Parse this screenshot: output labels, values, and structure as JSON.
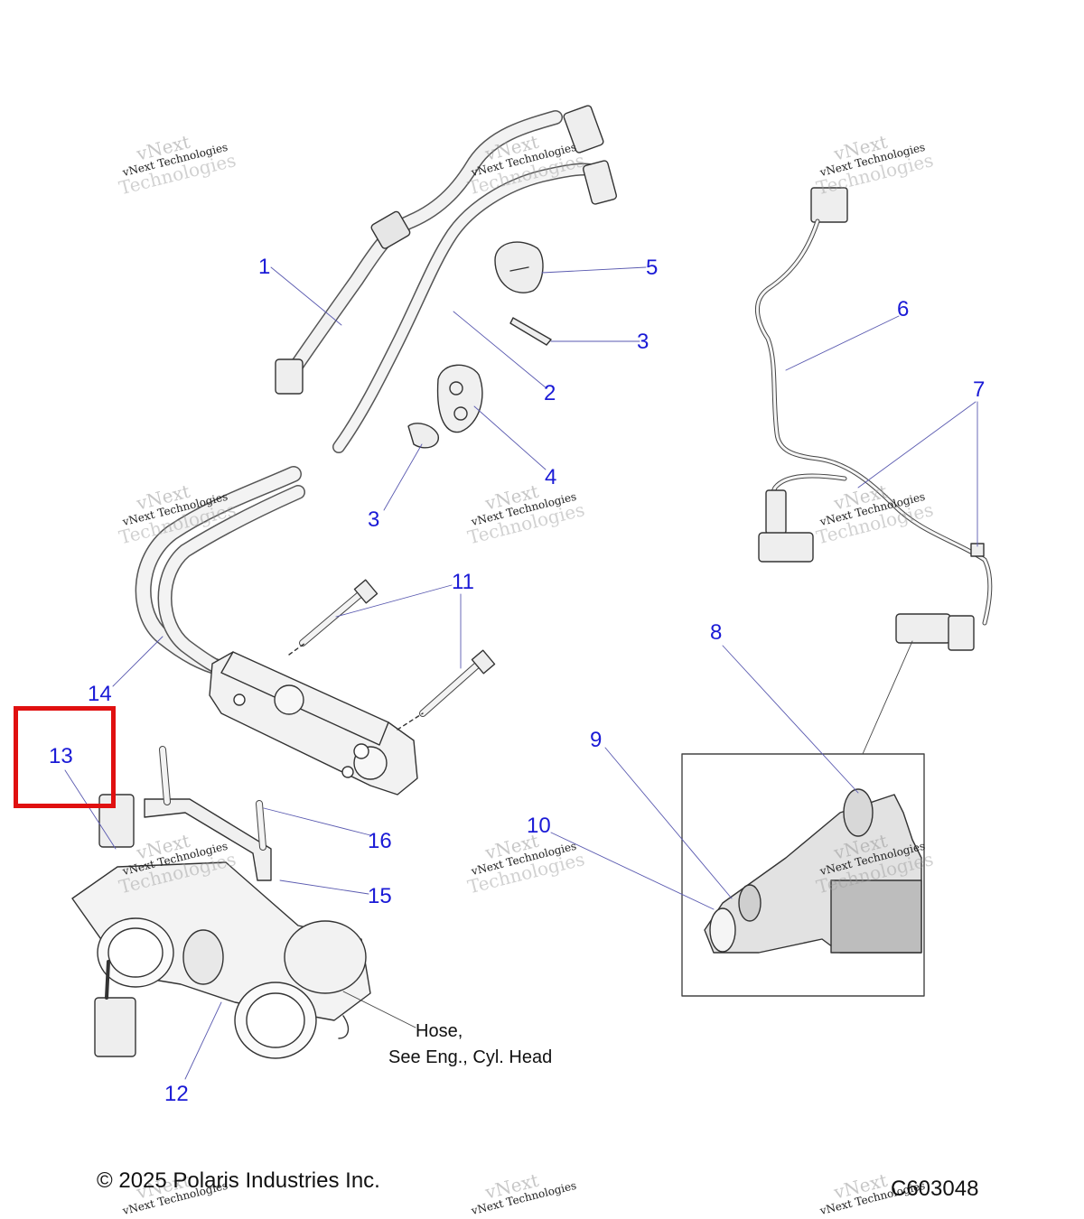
{
  "diagram": {
    "callouts": [
      {
        "id": "c1",
        "label": "1"
      },
      {
        "id": "c2",
        "label": "2"
      },
      {
        "id": "c3a",
        "label": "3"
      },
      {
        "id": "c3b",
        "label": "3"
      },
      {
        "id": "c4",
        "label": "4"
      },
      {
        "id": "c5",
        "label": "5"
      },
      {
        "id": "c6",
        "label": "6"
      },
      {
        "id": "c7",
        "label": "7"
      },
      {
        "id": "c8",
        "label": "8"
      },
      {
        "id": "c9",
        "label": "9"
      },
      {
        "id": "c10",
        "label": "10"
      },
      {
        "id": "c11",
        "label": "11"
      },
      {
        "id": "c12",
        "label": "12"
      },
      {
        "id": "c13",
        "label": "13"
      },
      {
        "id": "c14",
        "label": "14"
      },
      {
        "id": "c15",
        "label": "15"
      },
      {
        "id": "c16",
        "label": "16"
      }
    ],
    "note": {
      "line1": "Hose,",
      "line2": "See Eng., Cyl. Head"
    },
    "highlighted_callout": "13",
    "highlight_color": "#e01010",
    "callout_color": "#1a1ad6"
  },
  "watermark": {
    "brand": "vNext",
    "line1": "vNext Technologies",
    "line2": "Technologies"
  },
  "footer": {
    "copyright": "© 2025 Polaris Industries Inc.",
    "figure_code": "C603048"
  }
}
